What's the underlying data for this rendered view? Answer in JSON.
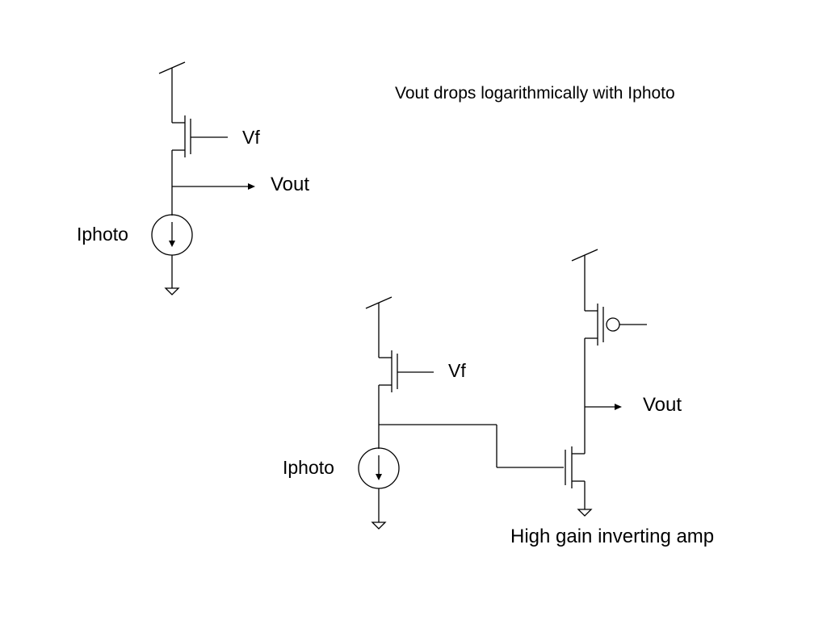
{
  "note": "Vout drops logarithmically with Iphoto",
  "circuit_1": {
    "gate_label": "Vf",
    "output_label": "Vout",
    "source_label": "Iphoto"
  },
  "circuit_2": {
    "gate_label": "Vf",
    "source_label": "Iphoto",
    "output_label": "Vout",
    "amp_caption": "High gain inverting amp"
  },
  "colors": {
    "background": "#ffffff",
    "wire": "#000000"
  }
}
